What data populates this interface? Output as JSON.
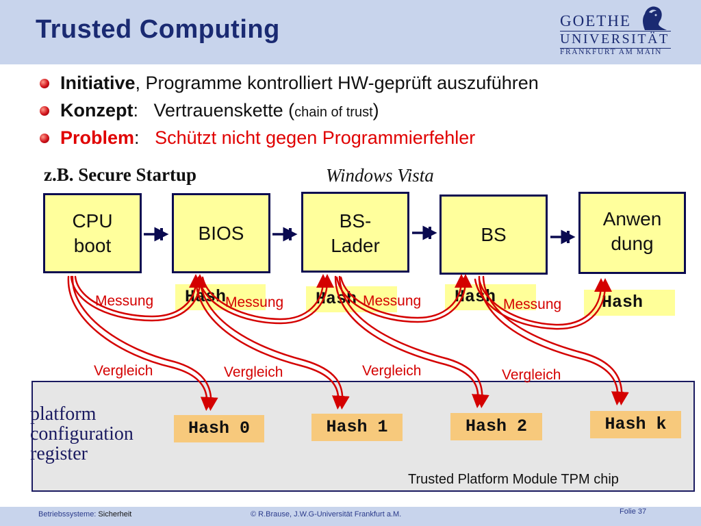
{
  "slide": {
    "title": "Trusted Computing"
  },
  "logo": {
    "line1": "GOETHE",
    "line2": "UNIVERSITÄT",
    "line3": "FRANKFURT AM MAIN"
  },
  "bullets": [
    {
      "bold": "Initiative",
      "rest": ", Programme kontrolliert HW-geprüft auszuführen"
    },
    {
      "bold": "Konzept",
      "sep": ":",
      "rest": "Vertrauenskette (",
      "small": "chain of trust",
      "close": ")"
    },
    {
      "bold": "Problem",
      "sep": ":",
      "rest": "Schützt nicht gegen Programmierfehler"
    }
  ],
  "example": {
    "label": "z.B. Secure Startup",
    "os": "Windows Vista"
  },
  "chain": [
    {
      "line1": "CPU",
      "line2": "boot"
    },
    {
      "line1": "BIOS"
    },
    {
      "line1": "BS-",
      "line2": "Lader"
    },
    {
      "line1": "BS"
    },
    {
      "line1": "Anwen",
      "line2": "dung"
    }
  ],
  "hash_label": "Hash",
  "measure_label": "Messung",
  "compare_label": "Vergleich",
  "pcr_values": [
    "Hash 0",
    "Hash 1",
    "Hash 2",
    "Hash k"
  ],
  "tpm": {
    "register_line1": "platform",
    "register_line2": "configuration",
    "register_line3": "register",
    "chip_label": "Trusted Platform Module TPM chip"
  },
  "footer": {
    "course": "Betriebssysteme: ",
    "topic": "Sicherheit",
    "copyright": "© R.Brause, J.W.G-Universität Frankfurt a.M.",
    "page": "Folie 37"
  },
  "colors": {
    "header_bg": "#c8d4ec",
    "title": "#1a2a72",
    "box_fill": "#ffff9c",
    "pcr_fill": "#f7c97c",
    "arrow_red": "#d40000",
    "problem_red": "#e00000"
  }
}
